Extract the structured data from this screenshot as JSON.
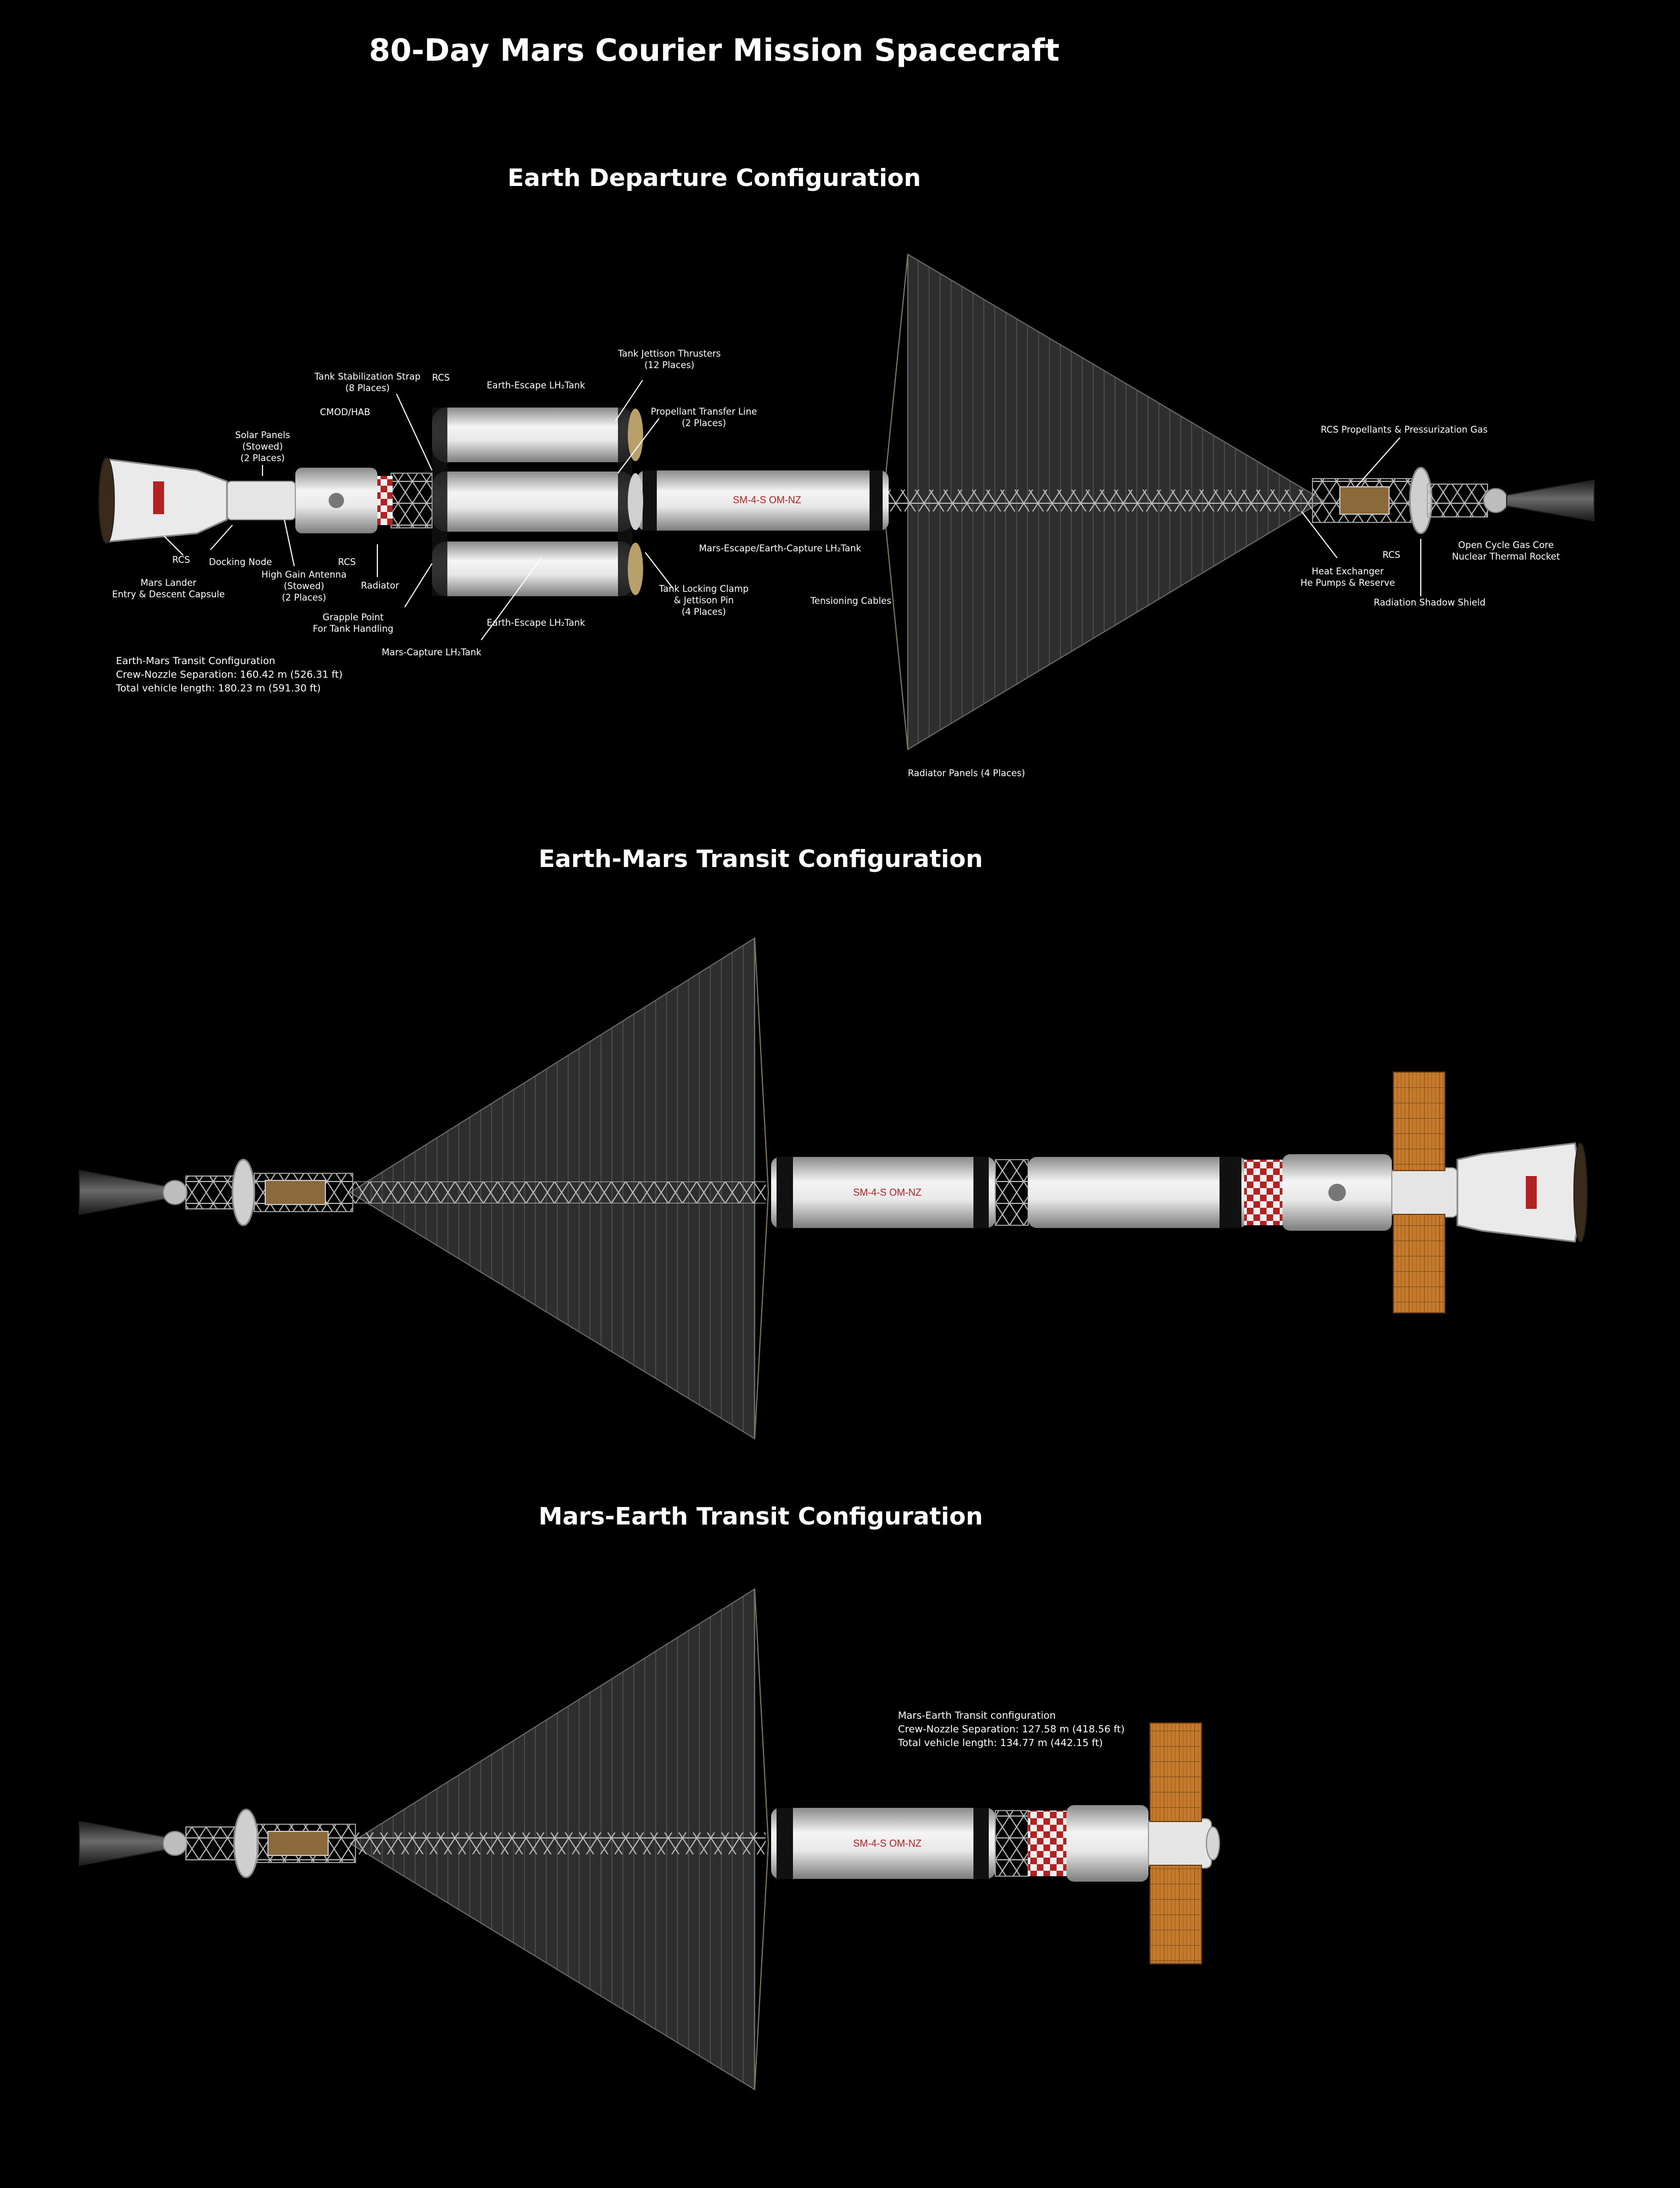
{
  "title": "80-Day Mars Courier Mission Spacecraft",
  "sections": {
    "departure": "Earth Departure Configuration",
    "em_transit": "Earth-Mars Transit Configuration",
    "me_transit": "Mars-Earth Transit Configuration"
  },
  "departure_labels": {
    "tank_strap": "Tank Stabilization Strap\n(8 Places)",
    "rcs_top": "RCS",
    "earth_escape_top": "Earth-Escape LH₂Tank",
    "jettison_thrusters": "Tank Jettison Thrusters\n(12 Places)",
    "prop_transfer": "Propellant Transfer Line\n(2 Places)",
    "cmod": "CMOD/HAB",
    "solar_panels": "Solar Panels\n(Stowed)\n(2 Places)",
    "rcs_lander": "RCS",
    "docking_node": "Docking Node",
    "mars_lander": "Mars Lander\nEntry & Descent Capsule",
    "hga": "High Gain Antenna\n(Stowed)\n(2 Places)",
    "rcs_mid": "RCS",
    "radiator": "Radiator",
    "grapple": "Grapple Point\nFor Tank Handling",
    "earth_escape_bottom": "Earth-Escape LH₂Tank",
    "mars_capture": "Mars-Capture LH₂Tank",
    "mars_escape": "Mars-Escape/Earth-Capture LH₂Tank",
    "locking_clamp": "Tank Locking Clamp\n& Jettison Pin\n(4 Places)",
    "tension_cables": "Tensioning Cables",
    "radiator_panels": "Radiator Panels (4 Places)",
    "rcs_prop": "RCS Propellants & Pressurization Gas",
    "heat_exchanger": "Heat Exchanger\nHe Pumps & Reserve",
    "rcs_engine": "RCS",
    "open_cycle": "Open Cycle Gas Core\nNuclear Thermal Rocket",
    "shadow_shield": "Radiation Shadow Shield"
  },
  "em_info": "Earth-Mars Transit Configuration\nCrew-Nozzle Separation: 160.42 m (526.31 ft)\nTotal vehicle length: 180.23 m (591.30 ft)",
  "me_info": "Mars-Earth Transit configuration\nCrew-Nozzle Separation: 127.58 m (418.56 ft)\nTotal vehicle length: 134.77 m (442.15 ft)",
  "hull_text": "SM-4-S OM-NZ",
  "colors": {
    "background": "#000000",
    "hull": "#e6e6e6",
    "hull_shadow": "#9a9a9a",
    "radiator": "#2f2f2f",
    "radiator_line": "#555555",
    "accent_red": "#b32222",
    "solar_panel": "#c87a2a",
    "truss": "#b8b8b8",
    "nozzle": "#444444",
    "cable": "#8a7a55"
  }
}
